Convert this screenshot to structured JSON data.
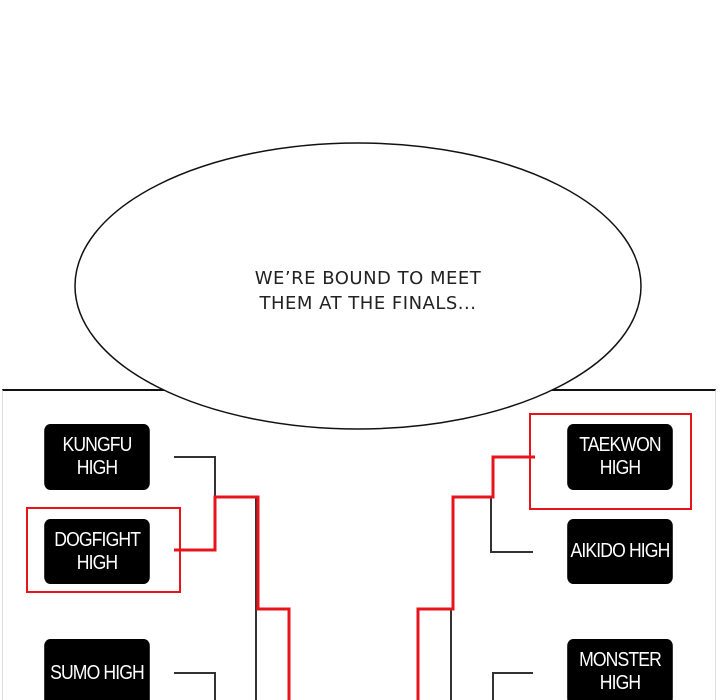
{
  "speech_bubble": {
    "lines": [
      "WE’RE BOUND TO MEET",
      "THEM AT THE FINALS..."
    ]
  },
  "bracket": {
    "left": [
      "KUNGFU HIGH",
      "DOGFIGHT HIGH",
      "SUMO HIGH"
    ],
    "right": [
      "TAEKWON HIGH",
      "AIKIDO HIGH",
      "MONSTER HIGH"
    ],
    "highlighted": [
      "DOGFIGHT HIGH",
      "TAEKWON HIGH"
    ]
  },
  "colors": {
    "highlight": "#e8141b",
    "line": "#333333",
    "box": "#000000"
  }
}
